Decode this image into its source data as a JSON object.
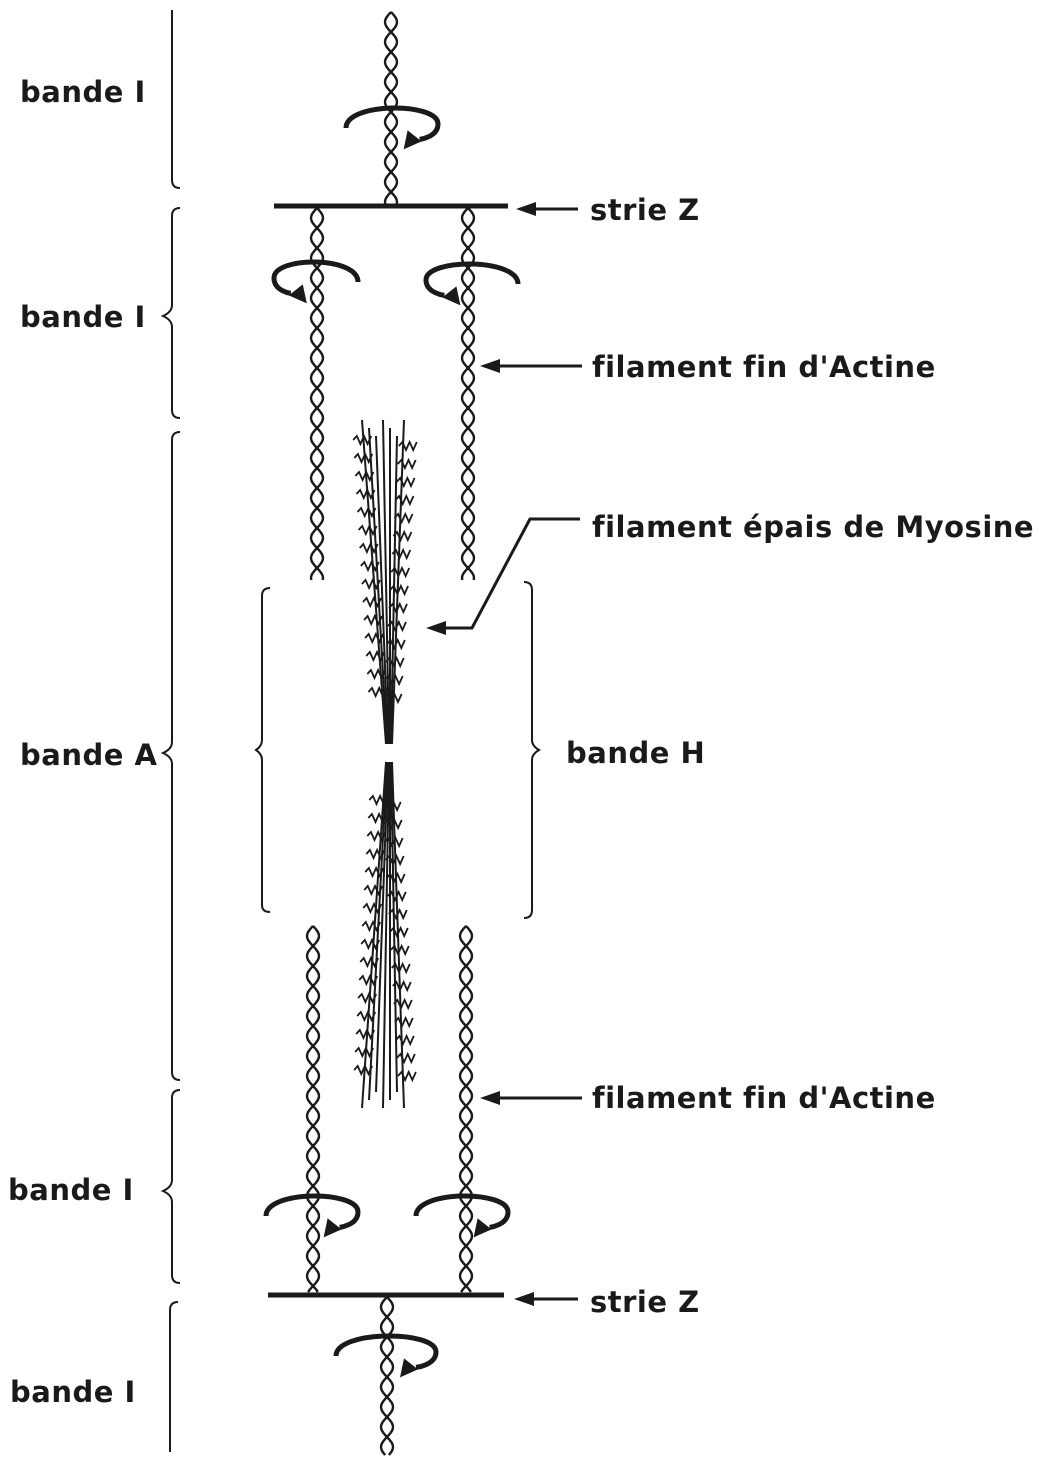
{
  "labels": {
    "band_i_top": "bande I",
    "band_i_upper": "bande I",
    "band_a": "bande A",
    "band_h": "bande H",
    "band_i_lower": "bande I",
    "band_i_bottom": "bande I",
    "z_line_top": "strie Z",
    "z_line_bottom": "strie Z",
    "actin_upper": "filament fin d'Actine",
    "myosin": "filament épais de Myosine",
    "actin_lower": "filament fin d'Actine"
  },
  "colors": {
    "ink": "#1a1a1a",
    "background": "#ffffff"
  }
}
